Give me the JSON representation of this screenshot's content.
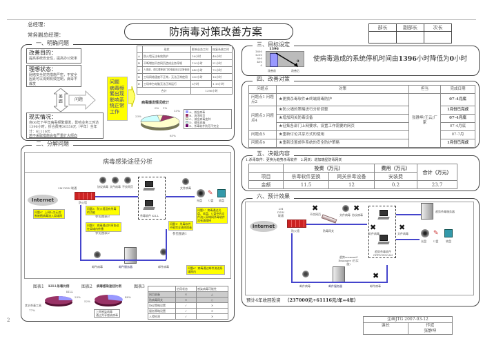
{
  "header": {
    "general_manager": "总经理：",
    "deputy_manager": "常务副总经理：",
    "title": "防病毒对策改善方案",
    "sign_roles": [
      "部长",
      "副部长",
      "次长"
    ]
  },
  "section1": {
    "title": "一、明确问题",
    "goal_label": "改善目的：",
    "goal_text": "提高系统安全性，提高办公效率",
    "ideal_label": "理想状态：",
    "ideal_text": "网络安全防范措施严密，不安全因素可以得到有效控制，病毒不爆发",
    "gap_label": "差距",
    "problem_arrow_label": "问题",
    "current_label": "现实情况：",
    "current_text": "自06年下半年病毒频繁爆发，影响业务工时达1396小时，折合费用30558元（半年）全年计：61116元",
    "current_warning": "若不采取措施会有严重扩大倾向",
    "yellow_problem": "问题 病毒频繁出现影响系统正常工作",
    "problem_table": {
      "headers": [
        "",
        "现状",
        "影响业务工时",
        "恢复系统工时"
      ],
      "rows": [
        [
          "A",
          "防火墙无法有效防护",
          "16小时",
          "48小时"
        ],
        [
          "B",
          "不断增加不良网页造成业务停顿",
          "120小时",
          "21小时"
        ],
        [
          "C",
          "人事部、调达课等部门的电脑无法正常使用",
          "840小时",
          "72小时"
        ],
        [
          "D",
          "工场网络速度不正常，无法正常使用",
          "300小时",
          "16小时"
        ],
        [
          "E",
          "工场单台电脑无法正常运行",
          "3小时",
          "1.15小时"
        ]
      ],
      "total_label": "合计",
      "total_value": "1396小时"
    },
    "pie_chart": {
      "title": "病毒爆发情况统计",
      "legend": [
        "A、减金病毒",
        "B、流氓网页",
        "C、减金病毒变种",
        "D、蠕虫病毒",
        "E、杀毒软件防范不完全"
      ],
      "labels": [
        "0%",
        "1%",
        "13%",
        "23%",
        "63%"
      ],
      "colors": [
        "#9999ff",
        "#993366",
        "#ffffcc",
        "#ccffff",
        "#660066"
      ]
    }
  },
  "section2": {
    "title": "二、分解问题",
    "diagram_title": "病毒感染途径分析",
    "internet": "Internet",
    "ddn": "2M DDN 联通",
    "firewall": "防火墙",
    "virus_labels": [
      "协议病毒",
      "文件病毒",
      "不良网页",
      "文件病毒"
    ],
    "media": [
      "光盘",
      "U盘",
      "软盘"
    ],
    "kill_label": "杀毒软件 KILL",
    "mail_server": "邮件服务器",
    "mail_virus": [
      "邮件病毒",
      "邮件病毒"
    ],
    "notes": [
      "问题4：上网行为无控制被植病毒流入局域网",
      "问题3：防火墙没有杀毒的功能",
      "问题5：病毒通过共享协议在局域内传播",
      "问题1：杀毒软件不能完全清除病毒",
      "问题2：病毒通过光盘、软盘、U盘中的文件流入局域网杀毒软件没有清理掉",
      "问题6：病毒通过邮件流进局域网内"
    ],
    "refs": [
      "参见图表3",
      "参见图表2",
      "参见图表1"
    ],
    "chart1": {
      "label": "图表1",
      "title": "KILL杀毒比例",
      "slices": [
        {
          "name": "KILL",
          "value": 23
        },
        {
          "name": "其它杀毒工具",
          "value": 77
        }
      ],
      "value_labels": [
        "23%",
        "77%"
      ],
      "colors": [
        "#9999ff",
        "#993366"
      ]
    },
    "chart2": {
      "label": "图表2",
      "title": "病毒感染途径比例",
      "slices": [
        {
          "name": "上网感染病毒",
          "value": 48
        },
        {
          "name": "通过共享感染病毒",
          "value": 52
        }
      ],
      "value_labels": [
        "48%",
        "52%"
      ],
      "colors": [
        "#9999ff",
        "#993366"
      ]
    },
    "chart3": {
      "label": "图表3",
      "headers": [
        "",
        "启用状态",
        "感染病毒可能性"
      ],
      "rows": [
        [
          "网页屏蔽",
          "✕",
          "△"
        ],
        [
          "防病毒网关",
          "✕",
          "○"
        ],
        [
          "协议策略设置",
          "✓",
          "✕"
        ],
        [
          "服务策略设置",
          "✓",
          "✕"
        ],
        [
          "入侵检测",
          "✓",
          "✕"
        ]
      ]
    }
  },
  "section3": {
    "title": "三、目标设定",
    "chart": {
      "categories": [
        "改善前",
        "改善后"
      ],
      "values": [
        1396,
        0
      ],
      "ticks": [
        "1600",
        "1200",
        "800",
        "400",
        "0"
      ],
      "value_labels": [
        "1396",
        "0"
      ]
    },
    "statement_pre": "使病毒造成的系统停机时间由",
    "statement_from": "1396",
    "statement_mid": "小时降低为",
    "statement_to": "0",
    "statement_post": "小时"
  },
  "section4": {
    "title": "四、改善对策",
    "headers": [
      "问题点",
      "对策",
      "担当",
      "完成日期"
    ],
    "rows": [
      {
        "point": "问题点1 问题点2",
        "measure": "★更换杀毒软件★终端病毒防护",
        "date": "07-4月底"
      },
      {
        "point": "问题点3 问题点4",
        "measure": "★防火墙的策略进行分析调整",
        "date": "1月份已完成"
      },
      {
        "point": "",
        "measure": "★增加网关防毒设备",
        "date": "07-4月底"
      },
      {
        "point": "",
        "measure": "★征集各部门上网要求，设置工作需要的网页",
        "date": "07-4月底"
      },
      {
        "point": "问题点5",
        "measure": "★重新讨论共享方式的使用",
        "date": "07-7月"
      },
      {
        "point": "问题点6",
        "measure": "★重新设置邮件系统的安全防护策略",
        "date": "1月份已完成"
      }
    ],
    "owner": "张静坤/王云/厂家"
  },
  "section5": {
    "title": "五、决裁内容",
    "note": "1.杀毒软件：更换为趋势杀毒软件　2.网关：增加瑞星防毒网关",
    "invest_header": "投资（万元）",
    "cost_header": "费用（万元）",
    "total_header": "合计（万元）",
    "row_item": "项目",
    "row_amount": "金额",
    "cols": [
      "杀毒软件更换",
      "网关杀毒设备",
      "安装费"
    ],
    "values": [
      "11.5",
      "12",
      "0.2"
    ],
    "total": "23.7"
  },
  "section6": {
    "title": "六、预计效果",
    "internet": "Internet",
    "ddn": "2M DDN 联通",
    "firewall": "防火墙",
    "gateway": "防毒网关",
    "labels": [
      "不良网页",
      "文件病毒",
      "协议病毒",
      "文件病毒",
      "文件病毒",
      "邮件病毒",
      "邮件病毒"
    ],
    "server": "趋势杀毒服务器",
    "media": [
      "光盘",
      "U盘",
      "软盘"
    ],
    "officescan": "趋势杀毒软件 OFFICESCAN",
    "scanmail": "趋势scanmail Emanger (已实施)",
    "mail_server": "邮件服务器",
    "roi_text": "预计4年收回投资",
    "roi_formula": "（237000元÷61116元/年=4年）"
  },
  "footer": {
    "page_number": "2",
    "company_date": "企画JTG 2007-03-12",
    "section_chief": "课长",
    "author_label": "作成",
    "author": "张静坤"
  }
}
